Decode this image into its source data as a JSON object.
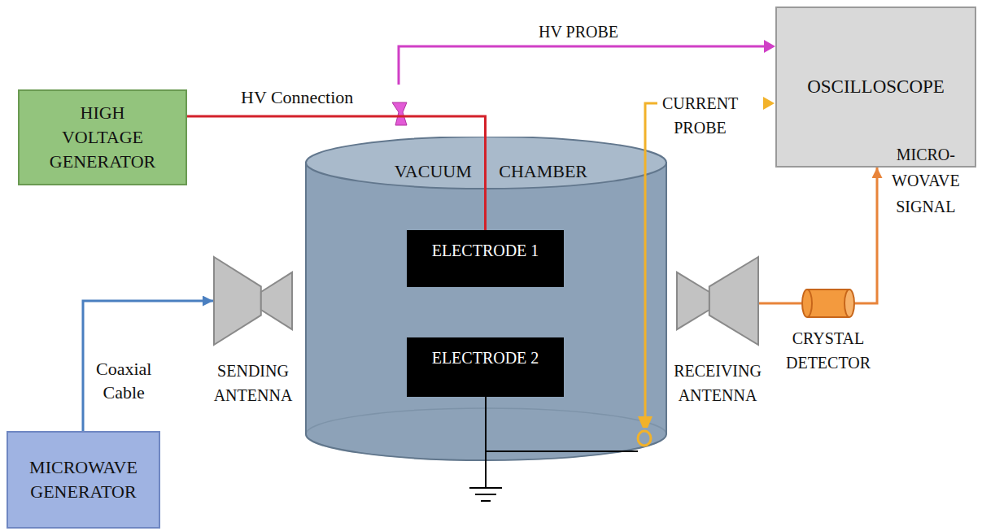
{
  "diagram": {
    "nodes": [
      {
        "text": [
          "HIGH VOLTAGE GENERATOR"
        ]
      },
      {
        "text": [
          "OSCILLOSCOPE"
        ]
      },
      {
        "text": [
          "VACUUM CHAMBER"
        ]
      },
      {
        "text": [
          "ELECTRODE 1"
        ],
        "in": 2
      },
      {
        "text": [
          "ELECTRODE 2"
        ],
        "in": 2
      },
      {
        "text": [
          "SENDING ANTENNA"
        ]
      },
      {
        "text": [
          "RECEIVING ANTENNA"
        ]
      },
      {
        "text": [
          "CRYSTAL DETECTOR"
        ]
      },
      {
        "text": [
          "MICROWAVE GENERATOR"
        ]
      }
    ],
    "edges": [
      {
        "from": 0,
        "to": 3,
        "arrow": "none",
        "label": "HV Connection"
      },
      {
        "from": 8,
        "to": 5,
        "arrow": "to",
        "label": "Coaxial Cable"
      },
      {
        "from": 6,
        "to": 7,
        "arrow": "none"
      },
      {
        "from": 7,
        "to": 1,
        "arrow": "to",
        "label": "MICRO- WOVAVE SIGNAL"
      }
    ],
    "labels": [
      "HV PROBE",
      "CURRENT PROBE"
    ]
  }
}
